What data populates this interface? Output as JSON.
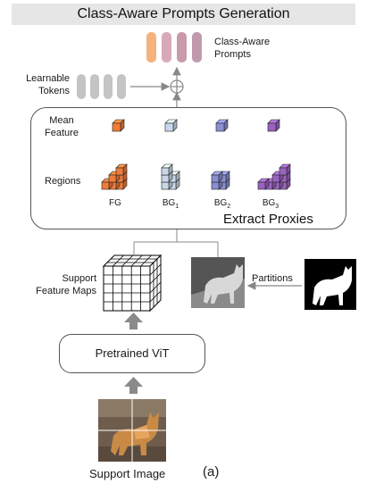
{
  "title": "Class-Aware Prompts Generation",
  "labels": {
    "class_aware_prompts": "Class-Aware\nPrompts",
    "learnable_tokens": "Learnable\nTokens",
    "mean_feature": "Mean\nFeature",
    "regions": "Regions",
    "extract_proxies": "Extract Proxies",
    "support_feature_maps": "Support\nFeature Maps",
    "partitions": "Partitions",
    "pretrained_vit": "Pretrained ViT",
    "support_image": "Support Image",
    "panel_tag": "(a)"
  },
  "regions": [
    {
      "name": "FG",
      "color": "#f07c3a"
    },
    {
      "name": "BG",
      "sub": "1",
      "color": "#c9d8e8"
    },
    {
      "name": "BG",
      "sub": "2",
      "color": "#8a8fd0"
    },
    {
      "name": "BG",
      "sub": "3",
      "color": "#9a63c0"
    }
  ],
  "prompt_colors": [
    "#f6b27c",
    "#d8a9b8",
    "#c99aaa",
    "#c09aac"
  ],
  "token_color": "#c4c4c4"
}
